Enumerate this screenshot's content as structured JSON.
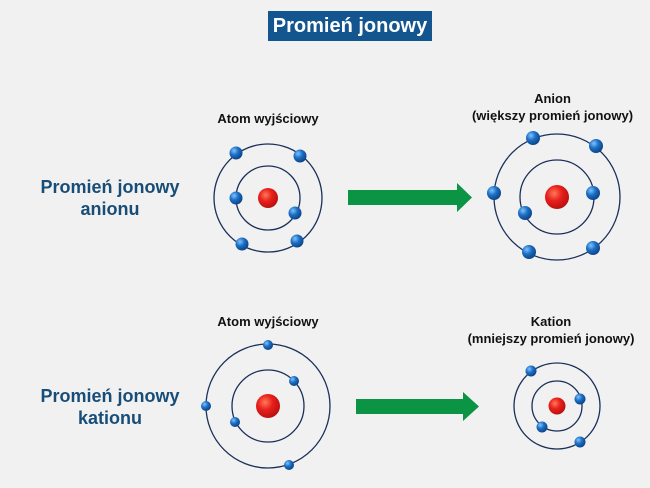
{
  "title": "Promień jonowy",
  "rows": [
    {
      "side_label_line1": "Promień jonowy",
      "side_label_line2": "anionu",
      "source_label": "Atom wyjściowy",
      "result_label_line1": "Anion",
      "result_label_line2": "(większy promień jonowy)",
      "source_electrons": 6,
      "result_electrons": 7
    },
    {
      "side_label_line1": "Promień jonowy",
      "side_label_line2": "kationu",
      "source_label": "Atom wyjściowy",
      "result_label_line1": "Kation",
      "result_label_line2": "(mniejszy promień jonowy)",
      "source_electrons": 5,
      "result_electrons": 4
    }
  ],
  "colors": {
    "title_bg": "#13568f",
    "side_label": "#184d78",
    "arrow": "#0b9444",
    "nucleus": "#e8201c",
    "electron": "#1c6fc4",
    "orbit": "#1a2f5a",
    "background": "#f1f1f1"
  }
}
